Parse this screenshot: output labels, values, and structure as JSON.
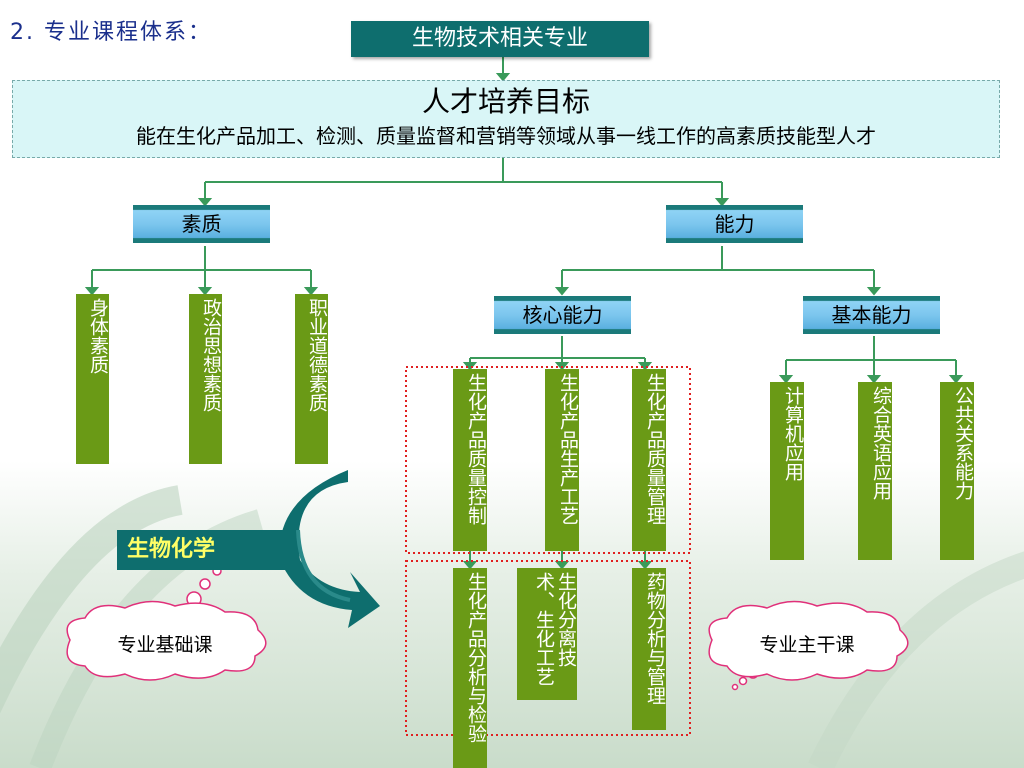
{
  "heading": "2. 专业课程体系：",
  "top_box": "生物技术相关专业",
  "goal": {
    "title": "人才培养目标",
    "text": "能在生化产品加工、检测、质量监督和营销等领域从事一线工作的高素质技能型人才"
  },
  "quality": {
    "label": "素质",
    "items": [
      "身体素质",
      "政治思想素质",
      "职业道德素质"
    ]
  },
  "ability": {
    "label": "能力",
    "core": {
      "label": "核心能力",
      "items": [
        "生化产品质量控制",
        "生化产品生产工艺",
        "生化产品质量管理"
      ],
      "lower_items": [
        "生化产品分析与检验",
        "生化分离技术、生化工艺",
        "药物分析与管理"
      ]
    },
    "basic": {
      "label": "基本能力",
      "items": [
        "计算机应用",
        "综合英语应用",
        "公共关系能力"
      ]
    }
  },
  "biochem": "生物化学",
  "cloud_left": "专业基础课",
  "cloud_right": "专业主干课",
  "colors": {
    "teal": "#0e6e6e",
    "green": "#6a9a16",
    "line": "#3a9a5a",
    "goal_bg": "#d9f6f7"
  }
}
